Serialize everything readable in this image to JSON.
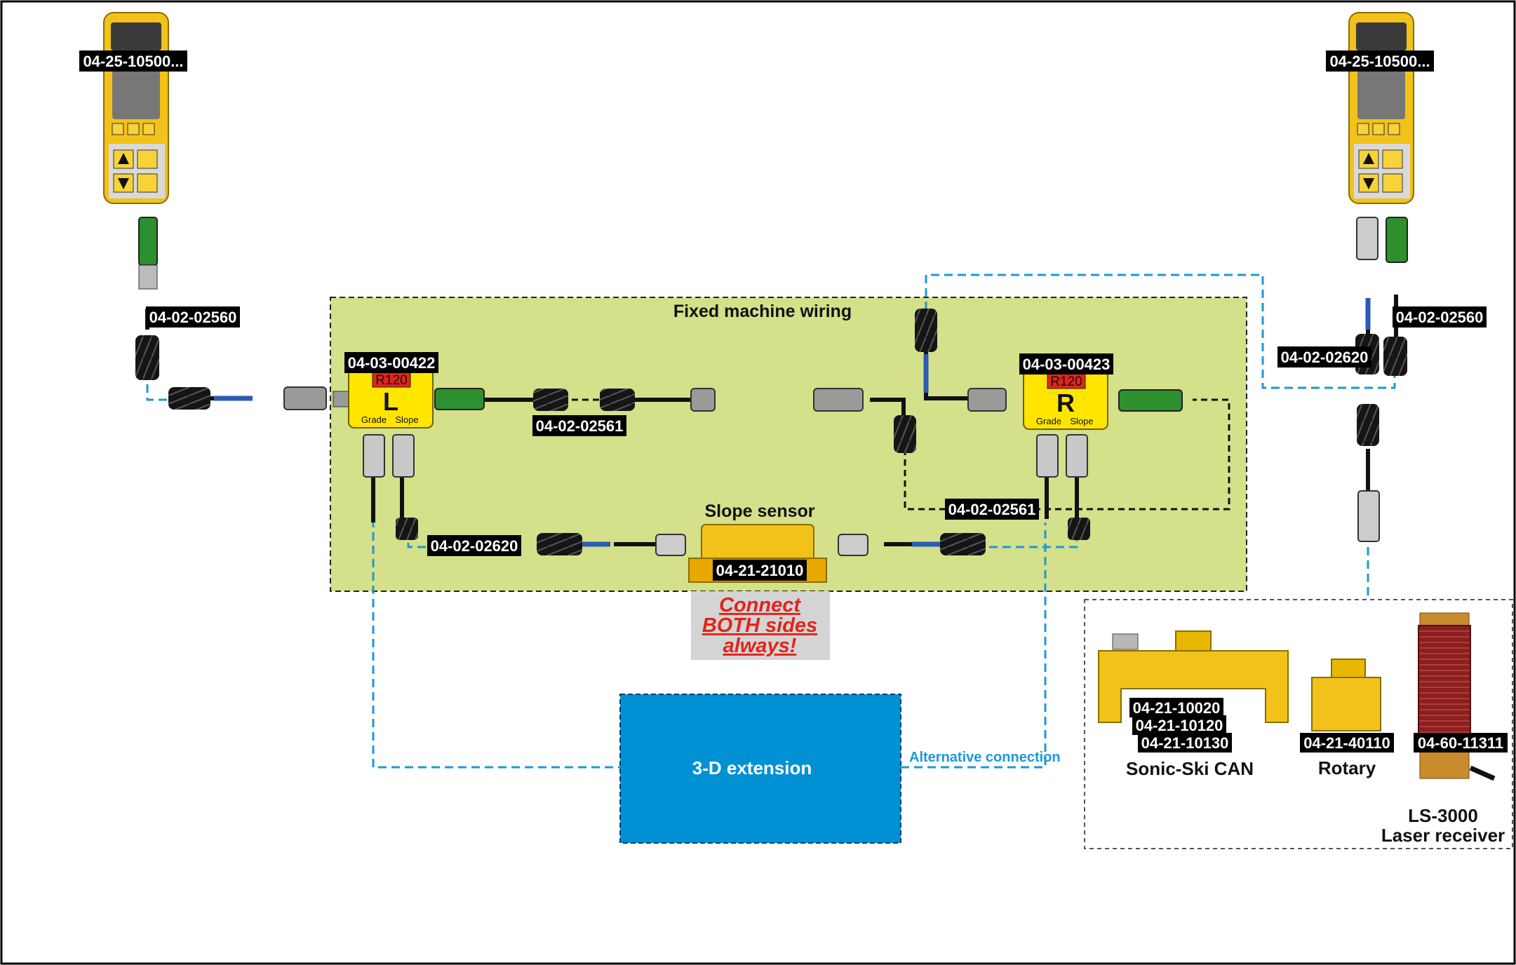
{
  "labels": {
    "remote_left": "04-25-10500...",
    "remote_right": "04-25-10500...",
    "cable_left_top": "04-02-02560",
    "cable_right_top": "04-02-02560",
    "cable_right_mid": "04-02-02620",
    "box_left": "04-03-00422",
    "box_right": "04-03-00423",
    "cable_left_jumper": "04-02-02561",
    "cable_right_jumper": "04-02-02561",
    "cable_left_slope": "04-02-02620",
    "slope_sensor_part": "04-21-21010",
    "sonic_1": "04-21-10020",
    "sonic_2": "04-21-10120",
    "sonic_3": "04-21-10130",
    "rotary_part": "04-21-40110",
    "laser_part": "04-60-11311"
  },
  "box_left": {
    "tag": "R120",
    "letter": "L",
    "port_grade": "Grade",
    "port_slope": "Slope"
  },
  "box_right": {
    "tag": "R120",
    "letter": "R",
    "port_grade": "Grade",
    "port_slope": "Slope"
  },
  "titles": {
    "fixed_wiring": "Fixed machine wiring",
    "slope_sensor": "Slope sensor",
    "extension": "3-D extension",
    "alternative": "Alternative connection"
  },
  "warning": {
    "line1": "Connect",
    "line2": "BOTH sides",
    "line3": "always!"
  },
  "sensors": {
    "sonic_name": "Sonic-Ski CAN",
    "rotary_name": "Rotary",
    "laser_name": "LS-3000",
    "laser_desc": "Laser receiver"
  },
  "colors": {
    "fixed_area": "#d4e08a",
    "extension": "#0091d5",
    "device_yellow": "#f2c21b",
    "box_yellow": "#ffe500",
    "label_bg": "#000000",
    "dashed_blue": "#1b9ad6",
    "warning_red": "#e1251b"
  }
}
